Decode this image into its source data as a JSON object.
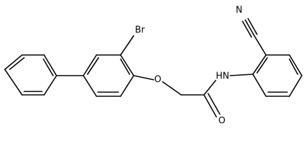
{
  "molecule": {
    "atom_labels": {
      "bromine": "Br",
      "oxygen_ether": "O",
      "amide_nh": "HN",
      "oxygen_carbonyl": "O",
      "nitrile_n": "N"
    }
  }
}
